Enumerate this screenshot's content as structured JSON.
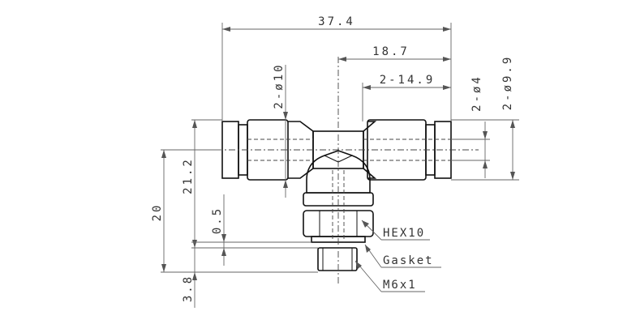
{
  "dimensions": {
    "overall_width": "37.4",
    "half_width": "18.7",
    "port_offset": "2-14.9",
    "tube_od": "2-ø10",
    "inner_bore": "2-ø4",
    "body_diameter": "2-ø9.9",
    "height_total": "20",
    "height_top": "21.2",
    "gasket_thickness": "0.5",
    "thread_length": "3.8"
  },
  "callouts": {
    "hex": "HEX10",
    "gasket": "Gasket",
    "thread": "M6x1"
  }
}
